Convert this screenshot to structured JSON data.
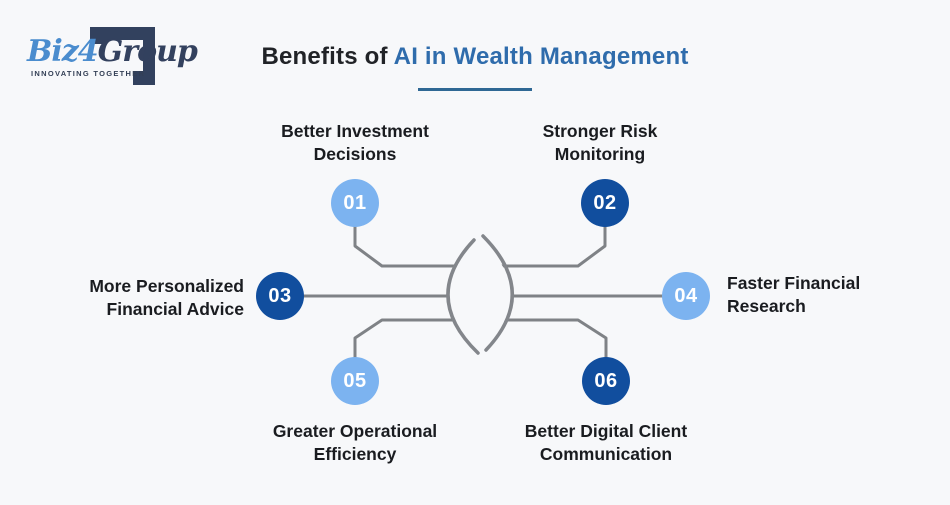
{
  "page": {
    "background": "#F7F8FA"
  },
  "logo": {
    "brand_part1": "Biz4",
    "brand_part2": "Group",
    "tagline": "INNOVATING TOGETHER",
    "colors": {
      "brand_blue": "#4A8CCE",
      "brand_navy": "#33415E"
    }
  },
  "header": {
    "title_prefix": "Benefits of ",
    "title_highlight": "AI in Wealth Management",
    "colors": {
      "prefix": "#212327",
      "highlight": "#2F6CAC",
      "underline": "#2F6894"
    }
  },
  "diagram": {
    "center_icon": "lens-eye-shape",
    "line_color": "#7F8286",
    "lens_color": "#83868B",
    "node_colors": {
      "light": "#7CB3F0",
      "dark": "#114E9E"
    },
    "nodes": [
      {
        "id": "01",
        "label": "Better Investment\nDecisions",
        "tone": "light",
        "position": "top-left"
      },
      {
        "id": "02",
        "label": "Stronger Risk\nMonitoring",
        "tone": "dark",
        "position": "top-right"
      },
      {
        "id": "03",
        "label": "More Personalized\nFinancial Advice",
        "tone": "dark",
        "position": "middle-left"
      },
      {
        "id": "04",
        "label": "Faster Financial\nResearch",
        "tone": "light",
        "position": "middle-right"
      },
      {
        "id": "05",
        "label": "Greater Operational\nEfficiency",
        "tone": "light",
        "position": "bottom-left"
      },
      {
        "id": "06",
        "label": "Better Digital Client\nCommunication",
        "tone": "dark",
        "position": "bottom-right"
      }
    ]
  }
}
